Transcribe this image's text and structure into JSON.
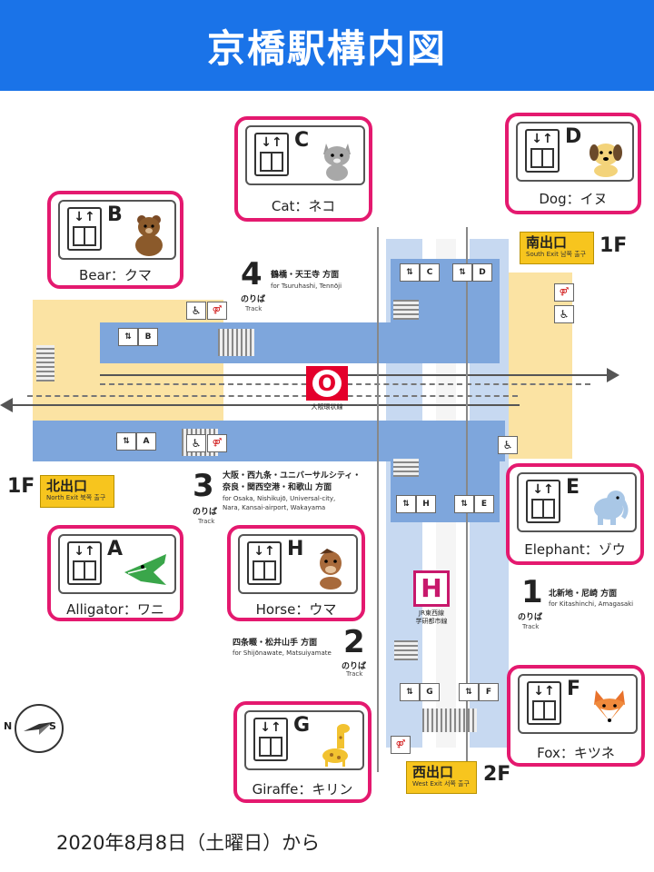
{
  "header": {
    "title": "京橋駅構内図"
  },
  "footer": {
    "date": "2020年8月8日（土曜日）から"
  },
  "colors": {
    "header": "#1a73e8",
    "card_border": "#e4196f",
    "platform": "#7ea6dc",
    "exit_zone": "#fbe3a3",
    "sign": "#f7c51e",
    "line_o": "#e4002b",
    "line_h": "#c8186c"
  },
  "elevators": [
    {
      "id": "A",
      "letter": "A",
      "label": "Alligator：ワニ",
      "animal": "alligator-icon"
    },
    {
      "id": "B",
      "letter": "B",
      "label": "Bear：クマ",
      "animal": "bear-icon"
    },
    {
      "id": "C",
      "letter": "C",
      "label": "Cat：ネコ",
      "animal": "cat-icon"
    },
    {
      "id": "D",
      "letter": "D",
      "label": "Dog：イヌ",
      "animal": "dog-icon"
    },
    {
      "id": "E",
      "letter": "E",
      "label": "Elephant：ゾウ",
      "animal": "elephant-icon"
    },
    {
      "id": "F",
      "letter": "F",
      "label": "Fox：キツネ",
      "animal": "fox-icon"
    },
    {
      "id": "G",
      "letter": "G",
      "label": "Giraffe：キリン",
      "animal": "giraffe-icon"
    },
    {
      "id": "H",
      "letter": "H",
      "label": "Horse：ウマ",
      "animal": "horse-icon"
    }
  ],
  "exits": {
    "south": {
      "jp": "南出口",
      "en": "South Exit",
      "ko": "남쪽 출구",
      "floor": "1F"
    },
    "north": {
      "jp": "北出口",
      "en": "North Exit",
      "ko": "북쪽 출구",
      "floor": "1F"
    },
    "west": {
      "jp": "西出口",
      "en": "West Exit",
      "ko": "서쪽 출구",
      "floor": "2F"
    }
  },
  "lines": {
    "osaka_loop": {
      "symbol": "O",
      "name": "大阪環状線"
    },
    "jr_tozai": {
      "symbol": "H",
      "name": "JR東西線",
      "name2": "学研都市線"
    }
  },
  "tracks": [
    {
      "num": "4",
      "noriba": "のりば",
      "track": "Track",
      "dest": "鶴橋・天王寺 方面",
      "dest_en": "for Tsuruhashi, Tennōji"
    },
    {
      "num": "3",
      "noriba": "のりば",
      "track": "Track",
      "dest": "大阪・西九条・ユニバーサルシティ・",
      "dest2": "奈良・関西空港・和歌山 方面",
      "dest_en": "for Osaka, Nishikujō, Universal-city,",
      "dest_en2": "Nara, Kansai-airport, Wakayama"
    },
    {
      "num": "2",
      "noriba": "のりば",
      "track": "Track",
      "dest": "四条畷・松井山手 方面",
      "dest_en": "for Shijōnawate, Matsuiyamate"
    },
    {
      "num": "1",
      "noriba": "のりば",
      "track": "Track",
      "dest": "北新地・尼崎 方面",
      "dest_en": "for Kitashinchi, Amagasaki"
    }
  ],
  "compass": {
    "n": "N",
    "s": "S"
  }
}
